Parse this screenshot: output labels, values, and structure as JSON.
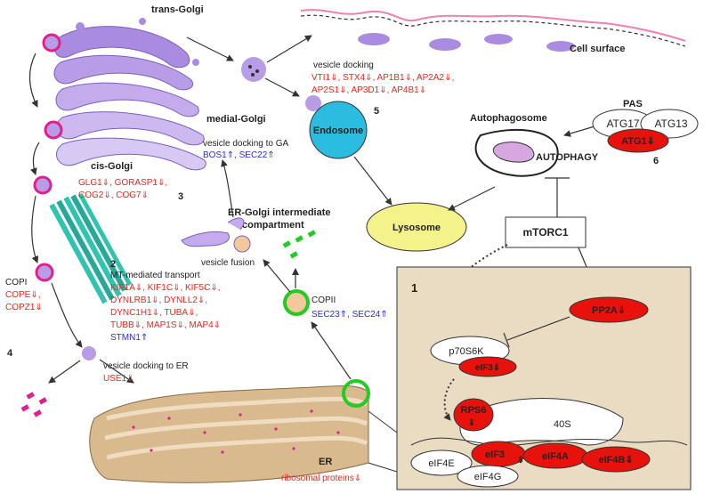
{
  "labels": {
    "trans_golgi": "trans-Golgi",
    "medial_golgi": "medial-Golgi",
    "cis_golgi": "cis-Golgi",
    "cell_surface": "Cell surface",
    "endosome": "Endosome",
    "lysosome": "Lysosome",
    "autophagosome": "Autophagosome",
    "autophagy": "AUTOPHAGY",
    "pas": "PAS",
    "mtorc1": "mTORC1",
    "er": "ER",
    "ergic_line1": "ER-Golgi intermediate",
    "ergic_line2": "compartment",
    "vesicle_fusion": "vesicle fusion",
    "copi": "COPI",
    "copii": "COPII"
  },
  "numbers": {
    "n1": "1",
    "n2": "2",
    "n3": "3",
    "n4": "4",
    "n5": "5",
    "n6": "6"
  },
  "groups": {
    "vesicle_docking": {
      "title": "vesicle docking",
      "line1": "VTI1⇓, STX4⇓, AP1B1⇓, AP2A2⇓,",
      "line2": "AP2S1⇓, AP3D1⇓, AP4B1⇓"
    },
    "docking_ga": {
      "title": "vesicle docking to GA",
      "line1": "BOS1⇑, SEC22⇑"
    },
    "cis_golgi_genes": {
      "line1": "GLG1⇓, GORASP1⇓,",
      "line2": "COG2⇓, COG7⇓"
    },
    "mt_transport": {
      "title": "MT-mediated transport",
      "line1": "KIF1A⇓, KIF1C⇓, KIF5C⇓,",
      "line2": "DYNLRB1⇓, DYNLL2⇓,",
      "line3": "DYNC1H1⇓, TUBA⇓,",
      "line4": "TUBB⇓, MAP1S⇓, MAP4⇓",
      "line5": "STMN1⇑"
    },
    "copi_genes": {
      "line1": "COPE⇓,",
      "line2": "COPZ1⇓"
    },
    "copii_genes": {
      "line1": "SEC23⇑, SEC24⇑"
    },
    "docking_er": {
      "title": "vesicle docking to ER",
      "line1": "USE1⇓"
    },
    "er_genes": {
      "line1": "ribosomal proteins⇓"
    }
  },
  "proteins": {
    "atg17": "ATG17",
    "atg13": "ATG13",
    "atg1": "ATG1⇓",
    "pp2a": "PP2A⇓",
    "p70s6k": "p70S6K",
    "eif3_top": "eIF3⇓",
    "rps6": "RPS6",
    "rps6_arrow": "⇓",
    "s40": "40S",
    "eif3_bottom": "eIF3",
    "eif3_bottom_arrow": "⇓",
    "eif4a": "eIF4A",
    "eif4b": "eIF4B⇓",
    "eif4e": "eIF4E",
    "eif4g": "eIF4G"
  },
  "colors": {
    "golgi": "#a98ce0",
    "golgi_light": "#d7c8f4",
    "vesicle_ring": "#e0208c",
    "copii_ring": "#22cc22",
    "endosome": "#2bbde0",
    "lysosome": "#f4f28a",
    "panel": "#eadcc2",
    "protein_red": "#e8120c",
    "microtubule": "#2fc4b0",
    "er": "#d9b98e",
    "text_red": "#e8261f",
    "text_blue": "#2a2ae0"
  }
}
